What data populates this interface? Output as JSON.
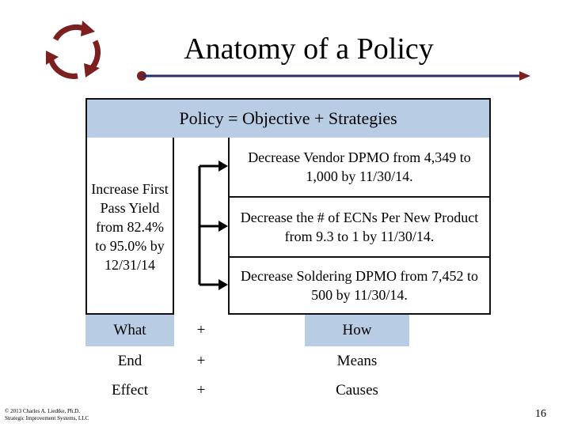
{
  "slide": {
    "title": "Anatomy of a Policy",
    "header": "Policy = Objective + Strategies",
    "objective": "Increase First Pass Yield from 82.4% to 95.0% by 12/31/14",
    "strategies": [
      "Decrease Vendor DPMO from 4,349 to 1,000 by 11/30/14.",
      "Decrease the # of ECNs Per New Product from 9.3 to 1 by 11/30/14.",
      "Decrease Soldering DPMO from 7,452 to 500 by 11/30/14."
    ],
    "rows": [
      {
        "left": "What",
        "mid": "+",
        "right": "How"
      },
      {
        "left": "End",
        "mid": "+",
        "right": "Means"
      },
      {
        "left": "Effect",
        "mid": "+",
        "right": "Causes"
      }
    ],
    "footer": {
      "line1": "© 2013 Charles A. Liedtke, Ph.D.",
      "line2": "Strategic Improvement Systems, LLC"
    },
    "page_number": "16"
  },
  "colors": {
    "accent_maroon": "#7b1f1f",
    "rule_navy": "#2b2b6b",
    "header_blue": "#b8cce4"
  },
  "icons": {
    "logo": "cycle-arrows-icon"
  }
}
